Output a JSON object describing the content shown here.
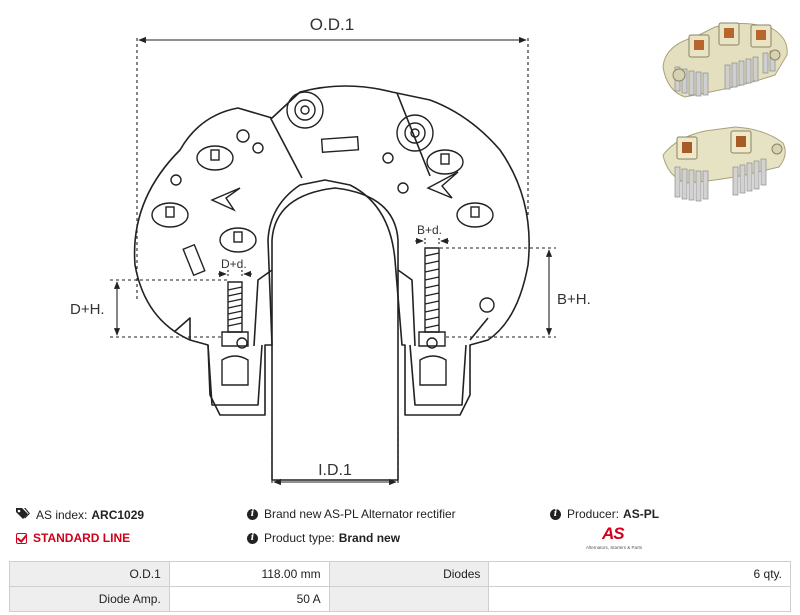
{
  "drawing": {
    "dim_od": "O.D.1",
    "dim_id": "I.D.1",
    "dim_dh": "D+H.",
    "dim_dd": "D+d.",
    "dim_bh": "B+H.",
    "dim_bd": "B+d."
  },
  "info": {
    "as_index_label": "AS index:",
    "as_index_value": "ARC1029",
    "line_label": "STANDARD LINE",
    "description": "Brand new AS-PL Alternator rectifier",
    "product_type_label": "Product type:",
    "product_type_value": "Brand new",
    "producer_label": "Producer:",
    "producer_value": "AS-PL",
    "logo_mark": "AS",
    "logo_tagline": "Alternators, Starters & Parts"
  },
  "specs": {
    "rows": [
      [
        {
          "label": "O.D.1",
          "value": "118.00 mm"
        },
        {
          "label": "Diodes",
          "value": "6 qty."
        }
      ],
      [
        {
          "label": "Diode Amp.",
          "value": "50 A"
        },
        {
          "label": "",
          "value": ""
        }
      ]
    ]
  },
  "colors": {
    "accent": "#d0021b"
  }
}
